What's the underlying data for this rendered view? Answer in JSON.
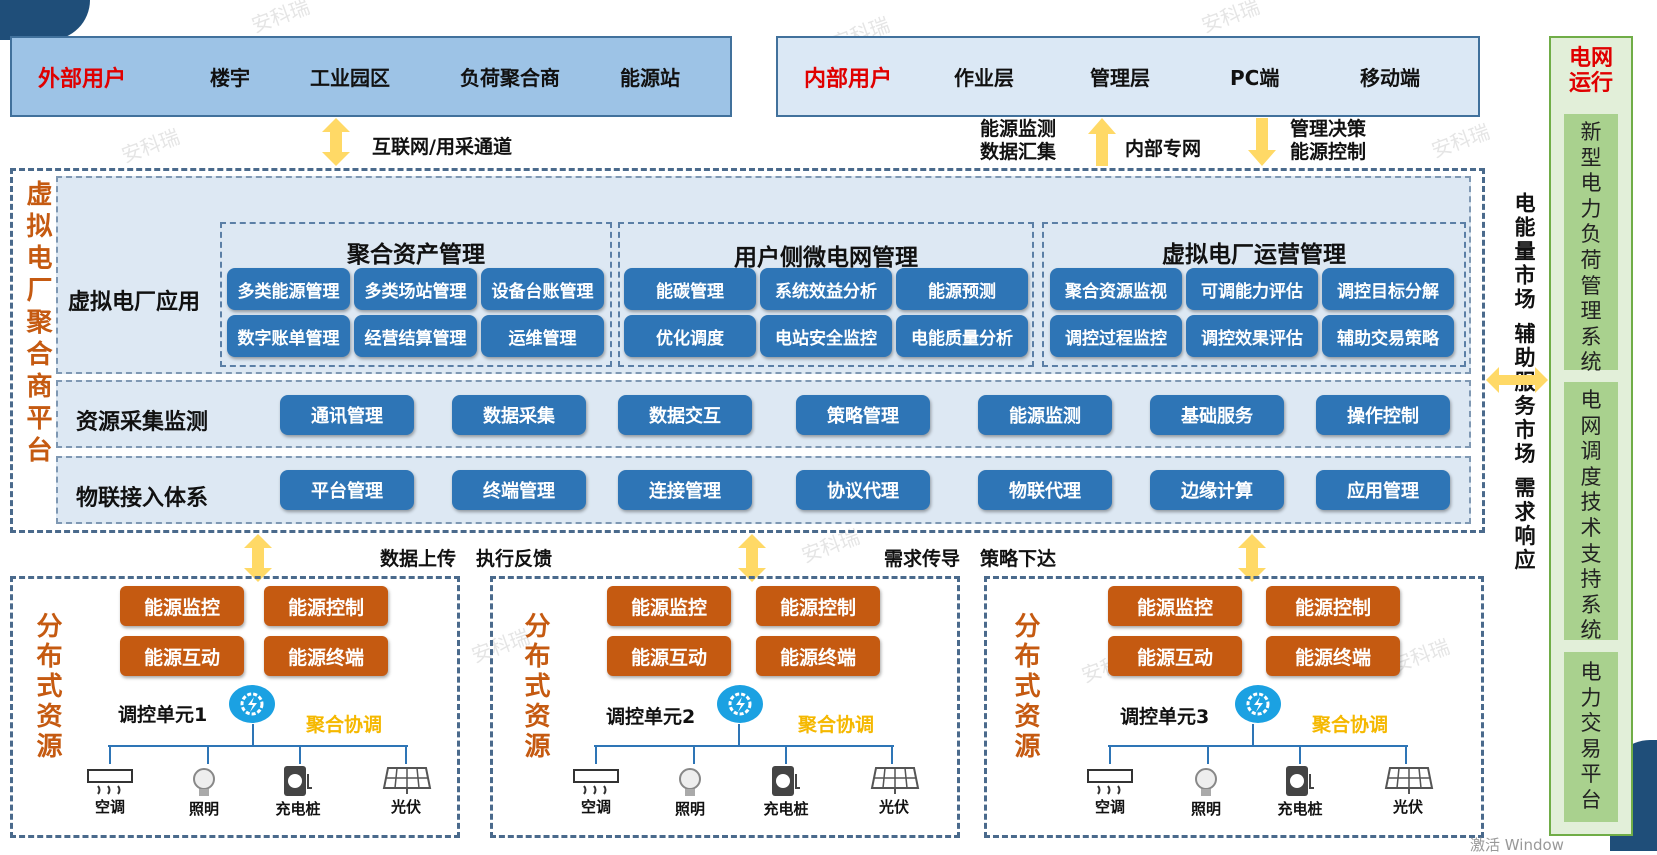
{
  "external": {
    "title": "外部用户",
    "items": [
      "楼宇",
      "工业园区",
      "负荷聚合商",
      "能源站"
    ]
  },
  "internal": {
    "title": "内部用户",
    "items": [
      "作业层",
      "管理层",
      "PC端",
      "移动端"
    ]
  },
  "channels": {
    "internet": "互联网/用采通道",
    "monitor_line1": "能源监测",
    "monitor_line2": "数据汇集",
    "private": "内部专网",
    "decision_line1": "管理决策",
    "decision_line2": "能源控制"
  },
  "platform": {
    "title": "虚拟电厂聚合商平台",
    "app_label": "虚拟电厂应用",
    "groups": [
      {
        "title": "聚合资产管理",
        "items": [
          "多类能源管理",
          "多类场站管理",
          "设备台账管理",
          "数字账单管理",
          "经营结算管理",
          "运维管理"
        ]
      },
      {
        "title": "用户侧微电网管理",
        "items": [
          "能碳管理",
          "系统效益分析",
          "能源预测",
          "优化调度",
          "电站安全监控",
          "电能质量分析"
        ]
      },
      {
        "title": "虚拟电厂运营管理",
        "items": [
          "聚合资源监视",
          "可调能力评估",
          "调控目标分解",
          "调控过程监控",
          "调控效果评估",
          "辅助交易策略"
        ]
      }
    ],
    "collect": {
      "label": "资源采集监测",
      "items": [
        "通讯管理",
        "数据采集",
        "数据交互",
        "策略管理",
        "能源监测",
        "基础服务",
        "操作控制"
      ]
    },
    "iot": {
      "label": "物联接入体系",
      "items": [
        "平台管理",
        "终端管理",
        "连接管理",
        "协议代理",
        "物联代理",
        "边缘计算",
        "应用管理"
      ]
    }
  },
  "market": {
    "text": "电能量市场 辅助服务市场 需求响应"
  },
  "flows": {
    "upload": "数据上传",
    "feedback": "执行反馈",
    "demand": "需求传导",
    "strategy": "策略下达"
  },
  "distributed": [
    {
      "title": "分布式资源",
      "unit": "调控单元1",
      "coord": "聚合协调"
    },
    {
      "title": "分布式资源",
      "unit": "调控单元2",
      "coord": "聚合协调"
    },
    {
      "title": "分布式资源",
      "unit": "调控单元3",
      "coord": "聚合协调"
    }
  ],
  "energy_buttons": [
    "能源监控",
    "能源控制",
    "能源互动",
    "能源终端"
  ],
  "devices": [
    "空调",
    "照明",
    "充电桩",
    "光伏"
  ],
  "grid": {
    "title": "电网运行",
    "systems": [
      "新型电力负荷管理系统",
      "电网调度技术支持系统",
      "电力交易平台"
    ]
  },
  "watermark": "安科瑞",
  "footer_text": "激活 Window",
  "colors": {
    "blue_btn": "#2e75b6",
    "orange_btn": "#c55a11",
    "red_title": "#e00000",
    "arrow": "#ffd966",
    "green": "#a9d18e"
  }
}
